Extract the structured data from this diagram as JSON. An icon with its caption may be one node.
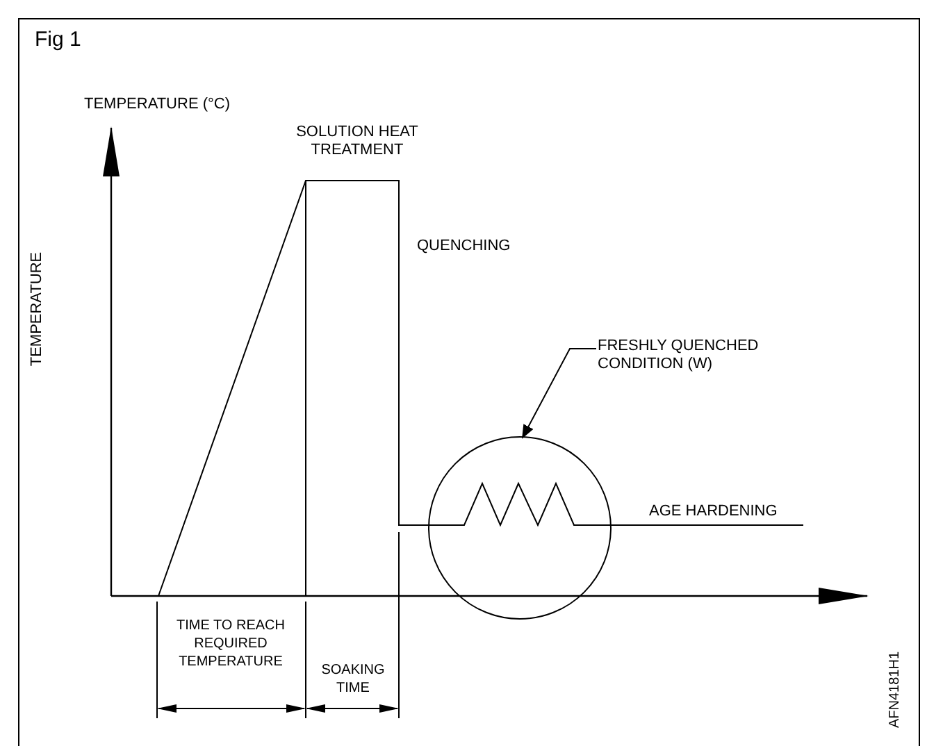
{
  "diagram": {
    "title": "Fig 1",
    "nodes": [
      {
        "text": [
          "FRESHLY QUENCHED CONDITION (W)"
        ]
      },
      {
        "text": [],
        "shape": "circle"
      }
    ],
    "edges": [
      {
        "from": 0,
        "to": 1,
        "arrow": "to"
      }
    ],
    "labels": [
      "TEMPERATURE (°C)",
      "SOLUTION HEAT TREATMENT",
      "TEMPERATURE",
      "QUENCHING",
      "AGE HARDENING",
      "TIME TO REACH REQUIRED TEMPERATURE",
      "SOAKING TIME",
      "AFN4181H1"
    ]
  }
}
